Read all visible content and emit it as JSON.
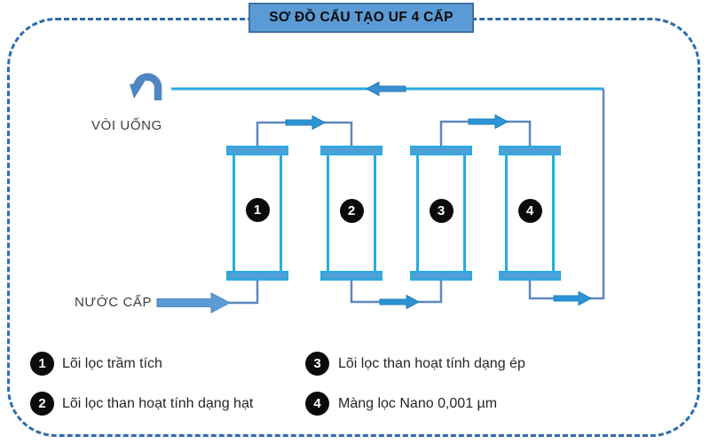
{
  "title": "SƠ ĐỒ CẤU TẠO UF 4 CẤP",
  "flow_labels": {
    "output": "VÒI UỐNG",
    "input": "NƯỚC CẤP"
  },
  "filters": [
    {
      "num": "1"
    },
    {
      "num": "2"
    },
    {
      "num": "3"
    },
    {
      "num": "4"
    }
  ],
  "legend": [
    {
      "num": "1",
      "label": "Lõi lọc trầm tích"
    },
    {
      "num": "2",
      "label": "Lõi lọc than hoạt tính dạng hạt"
    },
    {
      "num": "3",
      "label": "Lõi lọc than hoạt tính dạng ép"
    },
    {
      "num": "4",
      "label": "Màng lọc Nano 0,001 µm"
    }
  ],
  "colors": {
    "pipe_cyan": "#29abe2",
    "connector_blue": "#5e87be",
    "cap_fill": "#4d9fd6",
    "title_fill": "#5b9bd5",
    "title_border": "#41719c",
    "dashed_border": "#2e6da8",
    "arrow_fill": "#2e93d4",
    "inlet_arrow_fill": "#5b9bd5",
    "circle_black": "#0b0b0b"
  }
}
